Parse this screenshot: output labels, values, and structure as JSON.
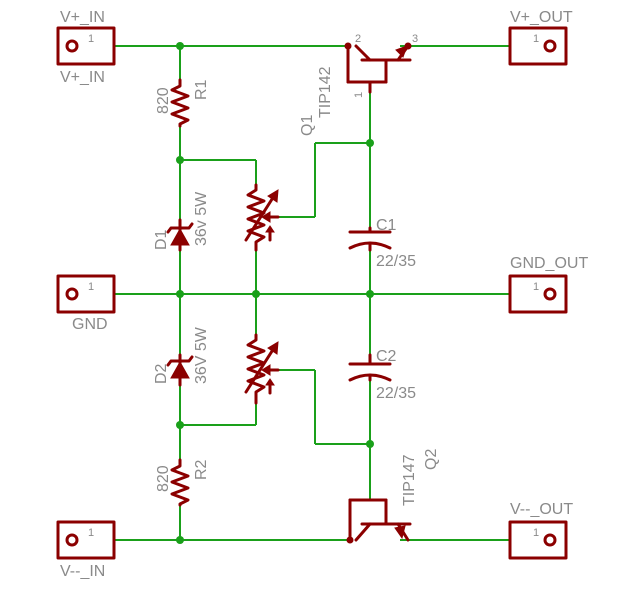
{
  "connectors": {
    "vin_plus": {
      "top": "V+_IN",
      "bottom": "V+_IN",
      "pin": "1"
    },
    "gnd": {
      "label": "GND",
      "pin": "1"
    },
    "vin_minus": {
      "label": "V--_IN",
      "pin": "1"
    },
    "vout_plus": {
      "label": "V+_OUT",
      "pin": "1"
    },
    "gnd_out": {
      "label": "GND_OUT",
      "pin": "1"
    },
    "vout_minus": {
      "label": "V--_OUT",
      "pin": "1"
    }
  },
  "r1": {
    "value": "820",
    "name": "R1"
  },
  "r2": {
    "value": "820",
    "name": "R2"
  },
  "d1": {
    "name": "D1",
    "value": "36v 5W"
  },
  "d2": {
    "name": "D2",
    "value": "36V 5W"
  },
  "q1": {
    "name": "Q1",
    "value": "TIP142",
    "pin1": "1",
    "pin2": "2",
    "pin3": "3"
  },
  "q2": {
    "name": "Q2",
    "value": "TIP147"
  },
  "c1": {
    "name": "C1",
    "value": "22/35"
  },
  "c2": {
    "name": "C2",
    "value": "22/35"
  },
  "colors": {
    "wire": "#1aa01a",
    "part": "#8b0000",
    "text": "#8a8a8a"
  }
}
